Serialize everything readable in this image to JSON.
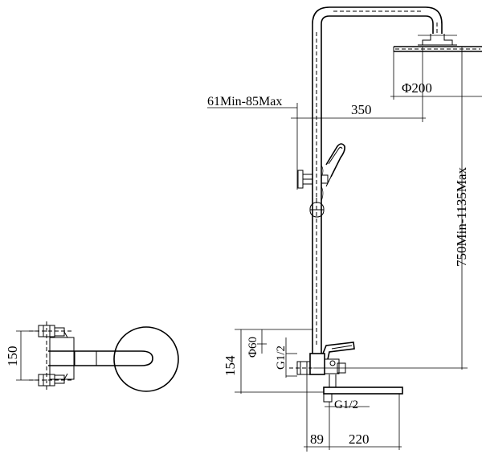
{
  "drawing": {
    "dimensions": {
      "head_diameter": "Φ200",
      "arm_length": "350",
      "wall_clearance": "61Min-85Max",
      "height_range": "750Min-1135Max",
      "pipe_diameter": "Φ60",
      "inlet_thread": "G1/2",
      "outlet_thread": "G1/2",
      "body_height": "154",
      "wall_offset": "89",
      "spout_length": "220",
      "inlet_spacing": "150"
    }
  }
}
